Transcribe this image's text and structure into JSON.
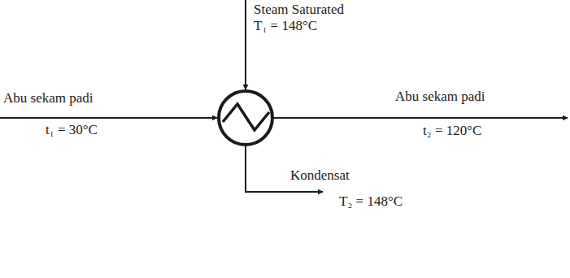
{
  "diagram": {
    "labels": [
      "Steam Saturated",
      "T₁ = 148°C",
      "Abu sekam padi",
      "t₁ = 30°C",
      "Abu sekam padi",
      "t₂ = 120°C",
      "Kondensat",
      "T₂ = 148°C"
    ]
  }
}
